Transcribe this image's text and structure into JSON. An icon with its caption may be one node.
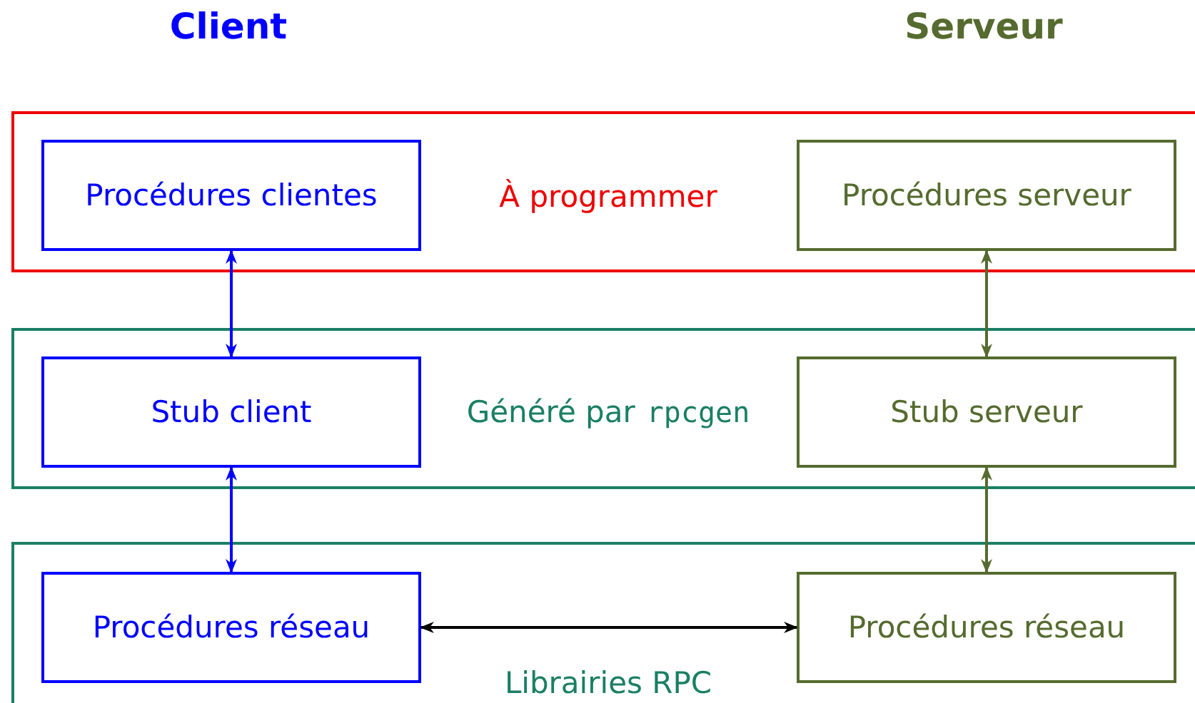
{
  "diagram": {
    "nodes": [
      {
        "text": [
          "À programmer"
        ]
      },
      {
        "text": [
          "Procédures clientes"
        ],
        "in": 0
      },
      {
        "text": [
          "Procédures serveur"
        ],
        "in": 0
      },
      {
        "text": [
          "Généré par",
          "rpcgen"
        ]
      },
      {
        "text": [
          "Stub client"
        ],
        "in": 3
      },
      {
        "text": [
          "Stub serveur"
        ],
        "in": 3
      },
      {
        "text": [
          "Librairies RPC"
        ]
      },
      {
        "text": [
          "Procédures réseau"
        ],
        "in": 6
      },
      {
        "text": [
          "Procédures réseau"
        ],
        "in": 6
      }
    ],
    "edges": [
      {
        "from": 1,
        "to": 4,
        "arrow": "both",
        "color": "#0000ff"
      },
      {
        "from": 4,
        "to": 7,
        "arrow": "both",
        "color": "#0000ff"
      },
      {
        "from": 2,
        "to": 5,
        "arrow": "both",
        "color": "#556b2f"
      },
      {
        "from": 5,
        "to": 8,
        "arrow": "both",
        "color": "#556b2f"
      },
      {
        "from": 7,
        "to": 8,
        "arrow": "both",
        "color": "#000000"
      }
    ],
    "labels": [
      "Client",
      "Serveur"
    ]
  }
}
